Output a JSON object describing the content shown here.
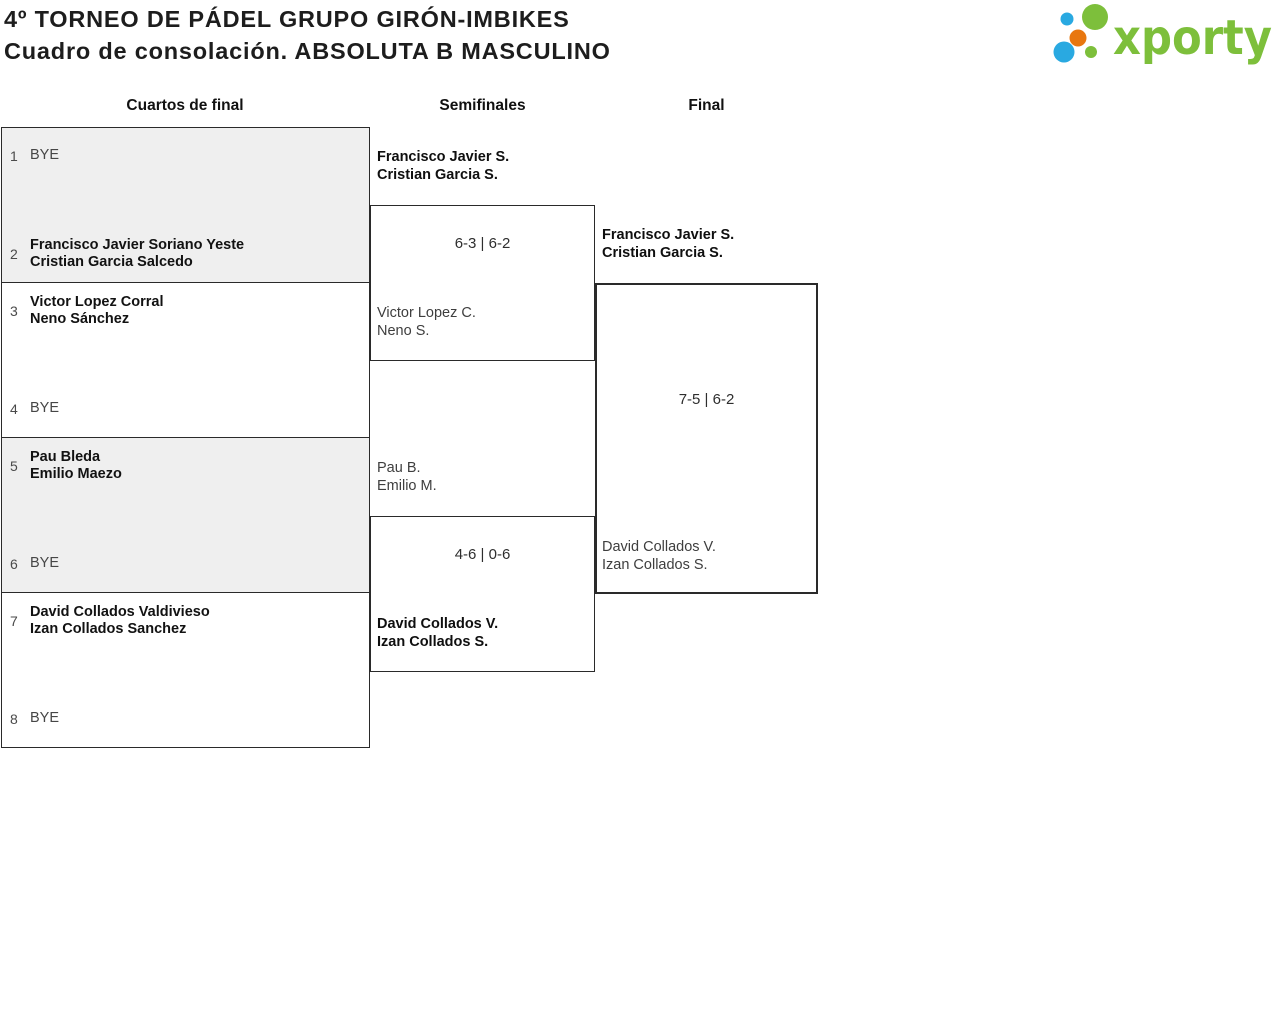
{
  "header": {
    "title": "4º TORNEO DE PÁDEL GRUPO GIRÓN-IMBIKES",
    "subtitle": "Cuadro de consolación. ABSOLUTA B MASCULINO",
    "logo_text": "xporty"
  },
  "colors": {
    "logo_green": "#7dbf3b",
    "logo_blue": "#29a9e1",
    "logo_orange": "#e8770f",
    "box_fill_gray": "#efefef",
    "border": "#2a2a2a",
    "winner_text": "#0f0f0f",
    "loser_text": "#3e3e3e"
  },
  "rounds": [
    {
      "label": "Cuartos de final"
    },
    {
      "label": "Semifinales"
    },
    {
      "label": "Final"
    }
  ],
  "quarterfinals": [
    {
      "top": {
        "seed": "1",
        "line1": "BYE",
        "line2": "",
        "bye": true
      },
      "bottom": {
        "seed": "2",
        "line1": "Francisco Javier Soriano Yeste",
        "line2": "Cristian Garcia Salcedo",
        "bye": false
      }
    },
    {
      "top": {
        "seed": "3",
        "line1": "Victor Lopez Corral",
        "line2": "Neno Sánchez",
        "bye": false
      },
      "bottom": {
        "seed": "4",
        "line1": "BYE",
        "line2": "",
        "bye": true
      }
    },
    {
      "top": {
        "seed": "5",
        "line1": "Pau Bleda",
        "line2": "Emilio Maezo",
        "bye": false
      },
      "bottom": {
        "seed": "6",
        "line1": "BYE",
        "line2": "",
        "bye": true
      }
    },
    {
      "top": {
        "seed": "7",
        "line1": "David Collados Valdivieso",
        "line2": "Izan Collados Sanchez",
        "bye": false
      },
      "bottom": {
        "seed": "8",
        "line1": "BYE",
        "line2": "",
        "bye": true
      }
    }
  ],
  "semifinals": [
    {
      "team1": {
        "line1": "Francisco Javier S.",
        "line2": "Cristian Garcia S.",
        "winner": true
      },
      "team2": {
        "line1": "Victor Lopez C.",
        "line2": "Neno S.",
        "winner": false
      },
      "score": "6-3 | 6-2"
    },
    {
      "team1": {
        "line1": "Pau B.",
        "line2": "Emilio M.",
        "winner": false
      },
      "team2": {
        "line1": "David Collados V.",
        "line2": "Izan Collados S.",
        "winner": true
      },
      "score": "4-6 | 0-6"
    }
  ],
  "final": {
    "team1": {
      "line1": "Francisco Javier S.",
      "line2": "Cristian Garcia S.",
      "winner": true
    },
    "team2": {
      "line1": "David Collados V.",
      "line2": "Izan Collados S.",
      "winner": false
    },
    "score": "7-5 | 6-2"
  }
}
